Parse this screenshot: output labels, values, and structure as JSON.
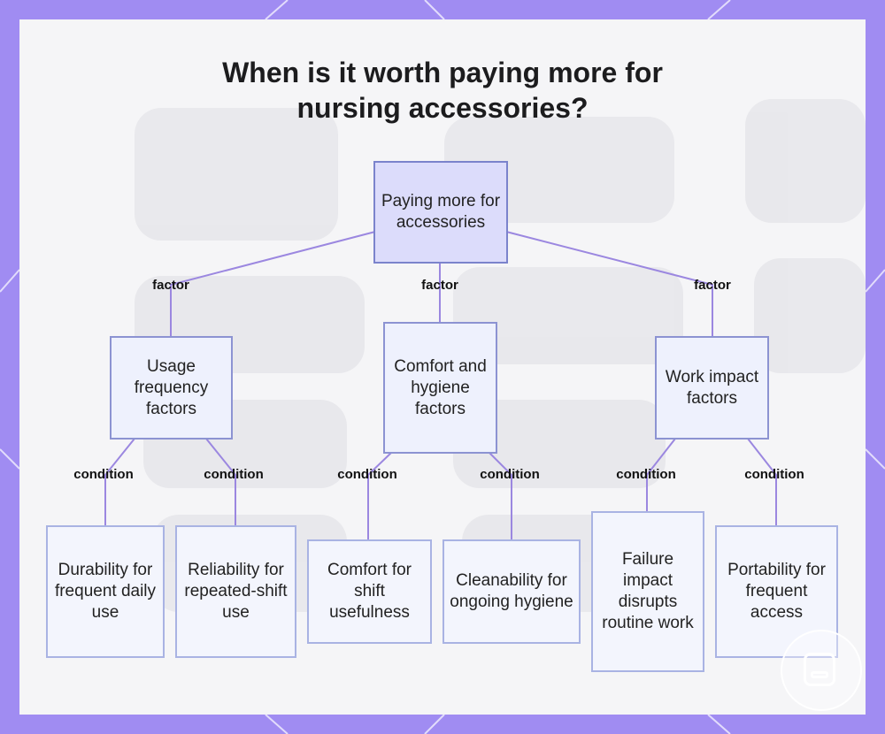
{
  "title": {
    "line1": "When is it worth paying more for",
    "line2": "nursing accessories?"
  },
  "diagram": {
    "root": {
      "label": "Paying more for accessories"
    },
    "branches": [
      {
        "edge_label": "factor",
        "label": "Usage frequency factors",
        "children": [
          {
            "edge_label": "condition",
            "label": "Durability for frequent daily use"
          },
          {
            "edge_label": "condition",
            "label": "Reliability for repeated-shift use"
          }
        ]
      },
      {
        "edge_label": "factor",
        "label": "Comfort and hygiene factors",
        "children": [
          {
            "edge_label": "condition",
            "label": "Comfort for shift usefulness"
          },
          {
            "edge_label": "condition",
            "label": "Cleanability for ongoing hygiene"
          }
        ]
      },
      {
        "edge_label": "factor",
        "label": "Work impact factors",
        "children": [
          {
            "edge_label": "condition",
            "label": "Failure impact disrupts routine work"
          },
          {
            "edge_label": "condition",
            "label": "Portability for frequent access"
          }
        ]
      }
    ]
  },
  "colors": {
    "frame": "#a08cf2",
    "edge": "#9b87e0",
    "root_fill": "#dcdcfb",
    "node_border": "#8c93d2",
    "node_fill": "#eef1fd"
  },
  "icons": {
    "badge": "bus-icon"
  }
}
